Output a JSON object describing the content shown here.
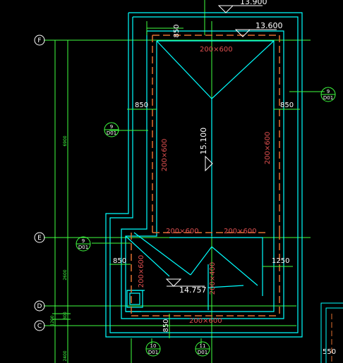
{
  "axes": [
    {
      "label": "F"
    },
    {
      "label": "E"
    },
    {
      "label": "D"
    },
    {
      "label": "C"
    }
  ],
  "elevations": {
    "top": "13.900",
    "roof": "13.600",
    "ridge": "15.100",
    "lower": "14.757"
  },
  "beams": {
    "top": "200×600",
    "left": "200×600",
    "right": "200×600",
    "mid_left": "200×600",
    "mid_right": "200×600",
    "lower_left": "200×600",
    "lower_right": "200×400",
    "bottom": "200×600"
  },
  "dims": {
    "top_850": "850",
    "left_850": "850",
    "right_850": "850",
    "lower_left_850": "850",
    "right_1250": "1250",
    "bottom_850": "850",
    "br_550": "550",
    "side_6900": "6900",
    "side_2600": "2600",
    "side_300": "300",
    "side_1200": "1200",
    "side_2400": "2400"
  },
  "details": [
    {
      "num": "9",
      "sheet": "D01"
    },
    {
      "num": "9",
      "sheet": "D01"
    },
    {
      "num": "9",
      "sheet": "D01"
    },
    {
      "num": "10",
      "sheet": "D01"
    },
    {
      "num": "11",
      "sheet": "D01"
    }
  ],
  "colors": {
    "background": "#000000",
    "outline": "#00ffff",
    "dimension": "#40ff40",
    "beam_text": "#e05050",
    "text": "#ffffff"
  }
}
